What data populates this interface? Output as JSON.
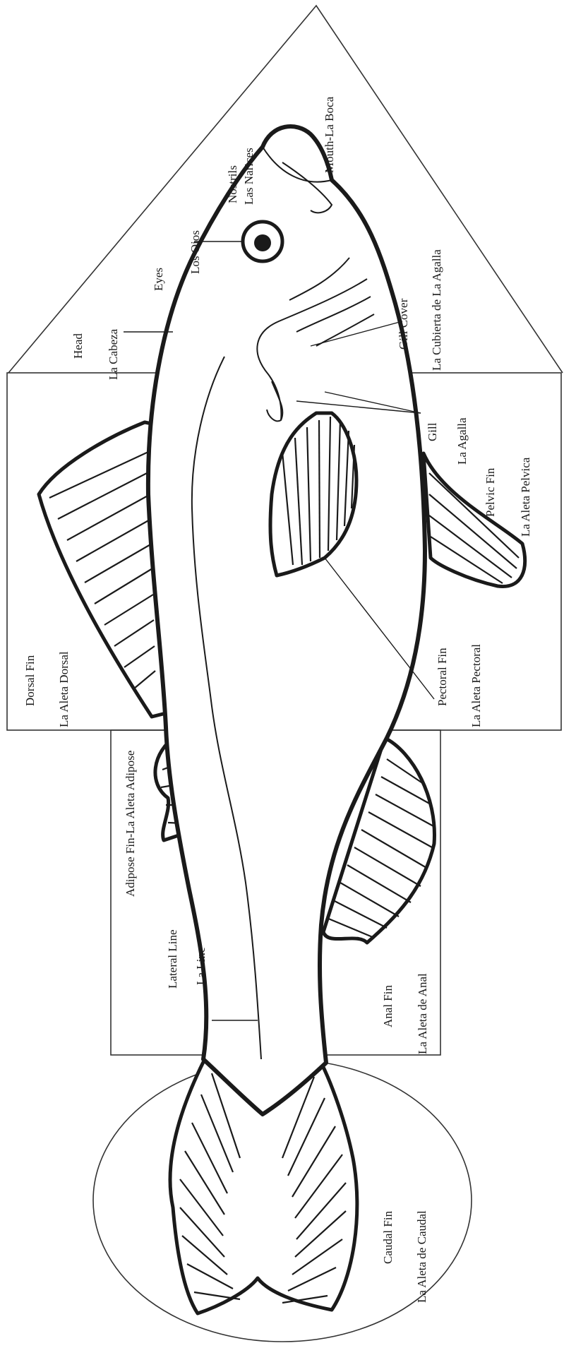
{
  "labels": {
    "mouth": "Mouth-La Boca",
    "nostrils_en": "Nostrils",
    "nostrils_es": "Las Narices",
    "eyes_en": "Eyes",
    "eyes_es": "Los Ojos",
    "head_en": "Head",
    "head_es": "La Cabeza",
    "gill_cover_en": "Gill Cover",
    "gill_cover_es": "La Cubierta de La Agalla",
    "gill_en": "Gill",
    "gill_es": "La Agalla",
    "pelvic_en": "Pelvic Fin",
    "pelvic_es": "La Aleta Pelvica",
    "dorsal_en": "Dorsal Fin",
    "dorsal_es": "La Aleta Dorsal",
    "pectoral_en": "Pectoral Fin",
    "pectoral_es": "La Aleta Pectoral",
    "adipose": "Adipose Fin-La Aleta Adipose",
    "lateral_en": "Lateral Line",
    "lateral_es": "La Linc",
    "anal_en": "Anal Fin",
    "anal_es": "La Aleta de Anal",
    "caudal_en": "Caudal Fin",
    "caudal_es": "La Aleta de Caudal"
  }
}
